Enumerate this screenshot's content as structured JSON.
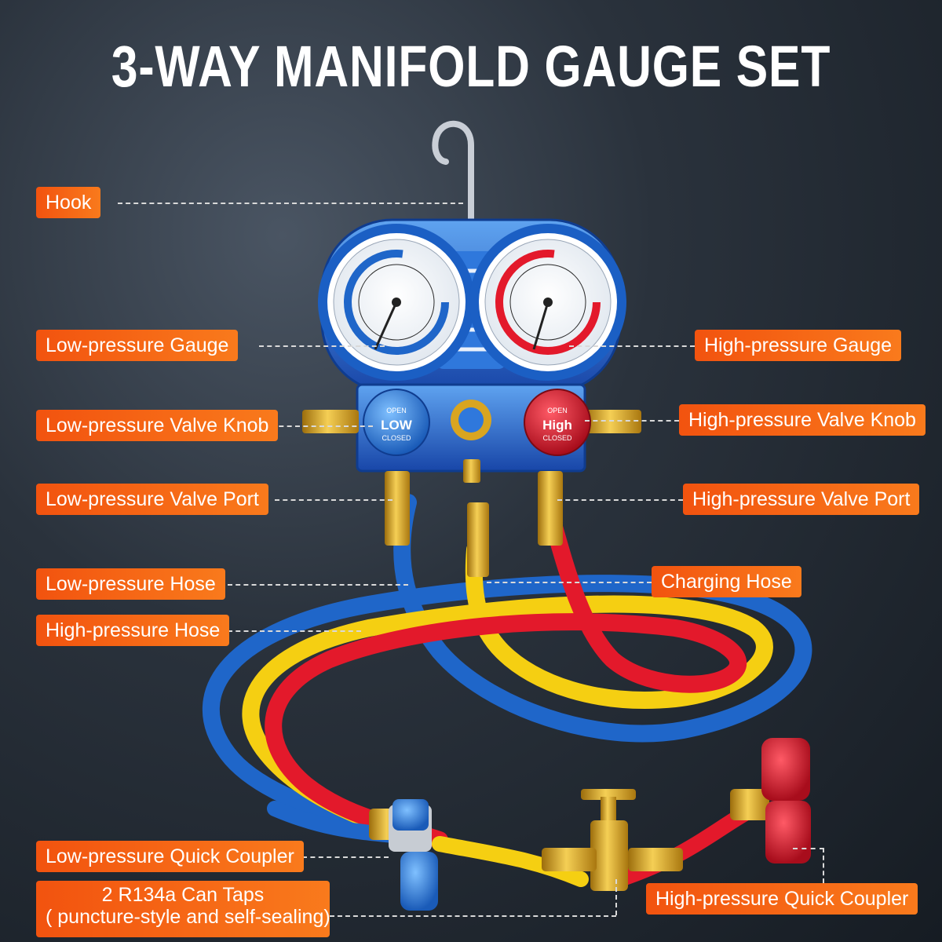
{
  "title": "3-WAY MANIFOLD GAUGE SET",
  "labels": {
    "hook": "Hook",
    "low_gauge": "Low-pressure Gauge",
    "high_gauge": "High-pressure Gauge",
    "low_knob": "Low-pressure Valve Knob",
    "high_knob": "High-pressure Valve Knob",
    "low_port": "Low-pressure Valve Port",
    "high_port": "High-pressure Valve Port",
    "low_hose": "Low-pressure Hose",
    "charging_hose": "Charging Hose",
    "high_hose": "High-pressure Hose",
    "low_coupler": "Low-pressure Quick Coupler",
    "can_taps_line1": "2 R134a Can Taps",
    "can_taps_line2": "( puncture-style and self-sealing)",
    "high_coupler": "High-pressure Quick Coupler"
  },
  "knobs": {
    "low_text": "LOW",
    "high_text": "High",
    "open_text": "OPEN",
    "closed_text": "CLOSED"
  },
  "colors": {
    "label_orange": "#f2530f",
    "hose_blue": "#1f66c9",
    "hose_yellow": "#f5cf12",
    "hose_red": "#e3192b",
    "brass": "#d9a520",
    "manifold_blue": "#1e62c8"
  }
}
